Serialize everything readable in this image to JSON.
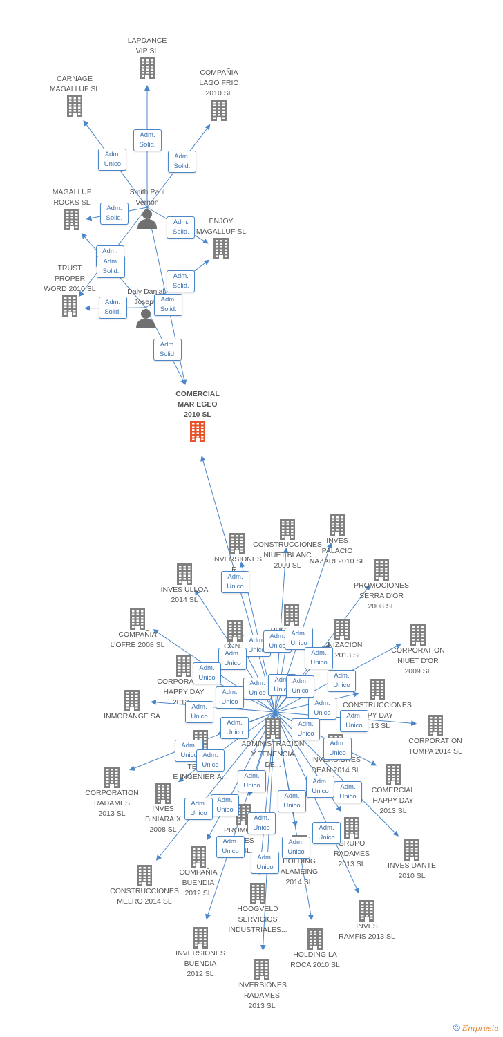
{
  "colors": {
    "edge": "#4a86c8",
    "building": "#808080",
    "focus": "#e8532a",
    "person": "#707070"
  },
  "main_company": {
    "name": "COMERCIAL\nMAR EGEO\n2010 SL"
  },
  "people": [
    {
      "id": "smith",
      "name": "Smith Paul\nVernon"
    },
    {
      "id": "daly",
      "name": "Daly Danial\nJoseph"
    }
  ],
  "companies": [
    {
      "id": "lapdance",
      "name": "LAPDANCE\nVIP SL"
    },
    {
      "id": "carnage",
      "name": "CARNAGE\nMAGALLUF SL"
    },
    {
      "id": "lagofrio",
      "name": "COMPAÑIA\nLAGO FRIO\n2010 SL"
    },
    {
      "id": "magrocks",
      "name": "MAGALLUF\nROCKS SL"
    },
    {
      "id": "enjoy",
      "name": "ENJOY\nMAGALLUF SL"
    },
    {
      "id": "trust",
      "name": "TRUST\nPROPER\nWORD 2010 SL"
    },
    {
      "id": "invEsp",
      "name": "INVERSIONES\nE..."
    },
    {
      "id": "cniuet",
      "name": "CONSTRUCCIONES\nNIUET BLANC\n2009 SL"
    },
    {
      "id": "palacio",
      "name": "INVES\nPALACIO\nNAZARI 2010 SL"
    },
    {
      "id": "ulloa",
      "name": "INVES ULLOA\n2014 SL"
    },
    {
      "id": "serra",
      "name": "PROMOCIONES\nSERRA D'OR\n2008 SL"
    },
    {
      "id": "ofre",
      "name": "COMPAÑIA\nL'OFRE 2008 SL"
    },
    {
      "id": "cons2",
      "name": "CON...\nC...\n2010 SL"
    },
    {
      "id": "progreso",
      "name": "PROGRESO"
    },
    {
      "id": "nizacion",
      "name": "...NIZACION\n...S 2013 SL"
    },
    {
      "id": "niuetdor",
      "name": "CORPORATION\nNIUET D'OR\n2009 SL"
    },
    {
      "id": "hday2013",
      "name": "CORPORATION\nHAPPY DAY\n2013..."
    },
    {
      "id": "chappy",
      "name": "CONSTRUCCIONES\n...PY DAY\n...13 SL"
    },
    {
      "id": "inmorange",
      "name": "INMORANGE SA"
    },
    {
      "id": "tompa",
      "name": "CORPORATION\nTOMPA 2014 SL"
    },
    {
      "id": "admin",
      "name": "ADMINISTRACION\nY TENENCIA\nDE..."
    },
    {
      "id": "tecn",
      "name": "C...\nTECN...\nE INGENIERIA..."
    },
    {
      "id": "dean",
      "name": "INVERSIONES\nDEAN 2014 SL"
    },
    {
      "id": "radames",
      "name": "CORPORATION\nRADAMES\n2013 SL"
    },
    {
      "id": "comhappy",
      "name": "COMERCIAL\nHAPPY DAY\n2013 SL"
    },
    {
      "id": "biniaraix",
      "name": "INVES\nBINIARAIX\n2008 SL"
    },
    {
      "id": "promo2",
      "name": "PROMOC...\n...MES\n...SL"
    },
    {
      "id": "grupo",
      "name": "GRUPO\nRADAMES\n2013 SL"
    },
    {
      "id": "dante",
      "name": "INVES DANTE\n2010 SL"
    },
    {
      "id": "buendia12",
      "name": "COMPAÑIA\nBUENDIA\n2012 SL"
    },
    {
      "id": "melro",
      "name": "CONSTRUCCIONES\nMELRO 2014 SL"
    },
    {
      "id": "alameing",
      "name": "HOLDING\nALAMEING\n2014 SL"
    },
    {
      "id": "hoogveld",
      "name": "HOOGVELD\nSERVICIOS\nINDUSTRIALES..."
    },
    {
      "id": "ramfis",
      "name": "INVES\nRAMFIS 2013 SL"
    },
    {
      "id": "invbuendia",
      "name": "INVERSIONES\nBUENDIA\n2012 SL"
    },
    {
      "id": "laroca",
      "name": "HOLDING LA\nROCA 2010 SL"
    },
    {
      "id": "invradames",
      "name": "INVERSIONES\nRADAMES\n2013 SL"
    }
  ],
  "edges": [
    {
      "from": "smith",
      "to": "lapdance",
      "role": "Adm.\nSolid."
    },
    {
      "from": "smith",
      "to": "carnage",
      "role": "Adm.\nUnico"
    },
    {
      "from": "smith",
      "to": "lagofrio",
      "role": "Adm.\nSolid."
    },
    {
      "from": "smith",
      "to": "magrocks",
      "role": "Adm.\nSolid."
    },
    {
      "from": "smith",
      "to": "enjoy",
      "role": "Adm.\nSolid."
    },
    {
      "from": "smith",
      "to": "trust",
      "role": "Adm.\nSolid."
    },
    {
      "from": "smith",
      "to": "main",
      "role": "Adm.\nSolid."
    },
    {
      "from": "daly",
      "to": "magrocks",
      "role": "Adm.\nSolid."
    },
    {
      "from": "daly",
      "to": "enjoy",
      "role": "Adm.\nSolid."
    },
    {
      "from": "daly",
      "to": "trust",
      "role": "Adm.\nSolid."
    },
    {
      "from": "daly",
      "to": "main",
      "role": "Adm.\nSolid."
    }
  ],
  "adm_unico_label": "Adm.\nUnico",
  "footer": {
    "copyright": "©",
    "brand": "Empresia"
  }
}
